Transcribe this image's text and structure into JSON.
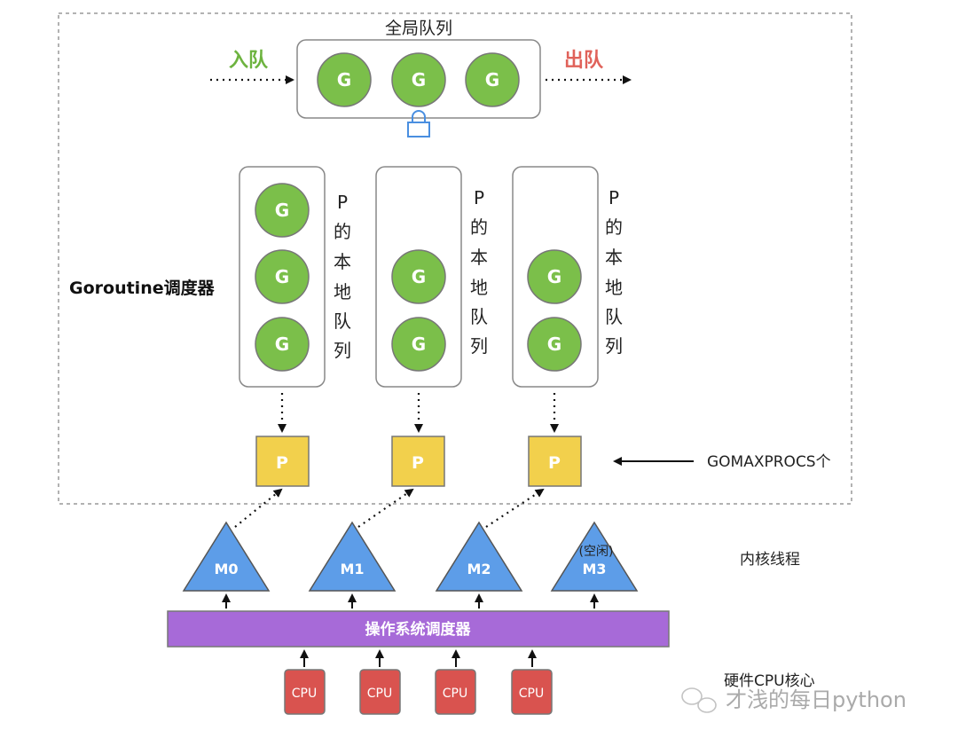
{
  "global_queue": {
    "title": "全局队列",
    "enqueue_label": "入队",
    "dequeue_label": "出队",
    "goroutines": [
      "G",
      "G",
      "G"
    ]
  },
  "scheduler_label": "Goroutine调度器",
  "local_queues": [
    {
      "label_chars": [
        "P",
        "的",
        "本",
        "地",
        "队",
        "列"
      ],
      "goroutines": [
        "G",
        "G",
        "G"
      ],
      "processor": "P"
    },
    {
      "label_chars": [
        "P",
        "的",
        "本",
        "地",
        "队",
        "列"
      ],
      "goroutines": [
        "G",
        "G"
      ],
      "processor": "P"
    },
    {
      "label_chars": [
        "P",
        "的",
        "本",
        "地",
        "队",
        "列"
      ],
      "goroutines": [
        "G",
        "G"
      ],
      "processor": "P"
    }
  ],
  "gomaxprocs_label": "GOMAXPROCS个",
  "threads": {
    "label": "内核线程",
    "items": [
      {
        "name": "M0",
        "note": ""
      },
      {
        "name": "M1",
        "note": ""
      },
      {
        "name": "M2",
        "note": ""
      },
      {
        "name": "M3",
        "note": "(空闲)"
      }
    ]
  },
  "os_scheduler_label": "操作系统调度器",
  "cpu": {
    "label": "硬件CPU核心",
    "items": [
      "CPU",
      "CPU",
      "CPU",
      "CPU"
    ]
  },
  "watermark": "才浅的每日python",
  "colors": {
    "goroutine": "#7bbf4a",
    "processor": "#f2d04c",
    "thread": "#5d9de8",
    "os_scheduler": "#a76ad8",
    "cpu": "#d9534f",
    "enqueue": "#6db33f",
    "dequeue": "#e0625a",
    "lock": "#4a8fe0"
  }
}
